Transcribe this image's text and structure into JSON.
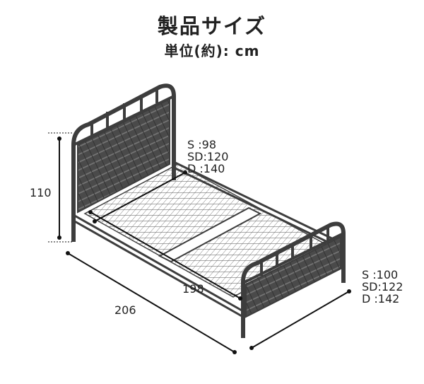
{
  "title": "製品サイズ",
  "unit": "単位(約): cm",
  "dimensions": {
    "height": "110",
    "length_outer": "206",
    "length_inner": "198",
    "inner_width": [
      "S :98",
      "SD:120",
      "D :140"
    ],
    "outer_width": [
      "S :100",
      "SD:122",
      "D :142"
    ]
  },
  "colors": {
    "frame": "#3d3d3d",
    "mesh": "#555555",
    "dim": "#111111"
  }
}
